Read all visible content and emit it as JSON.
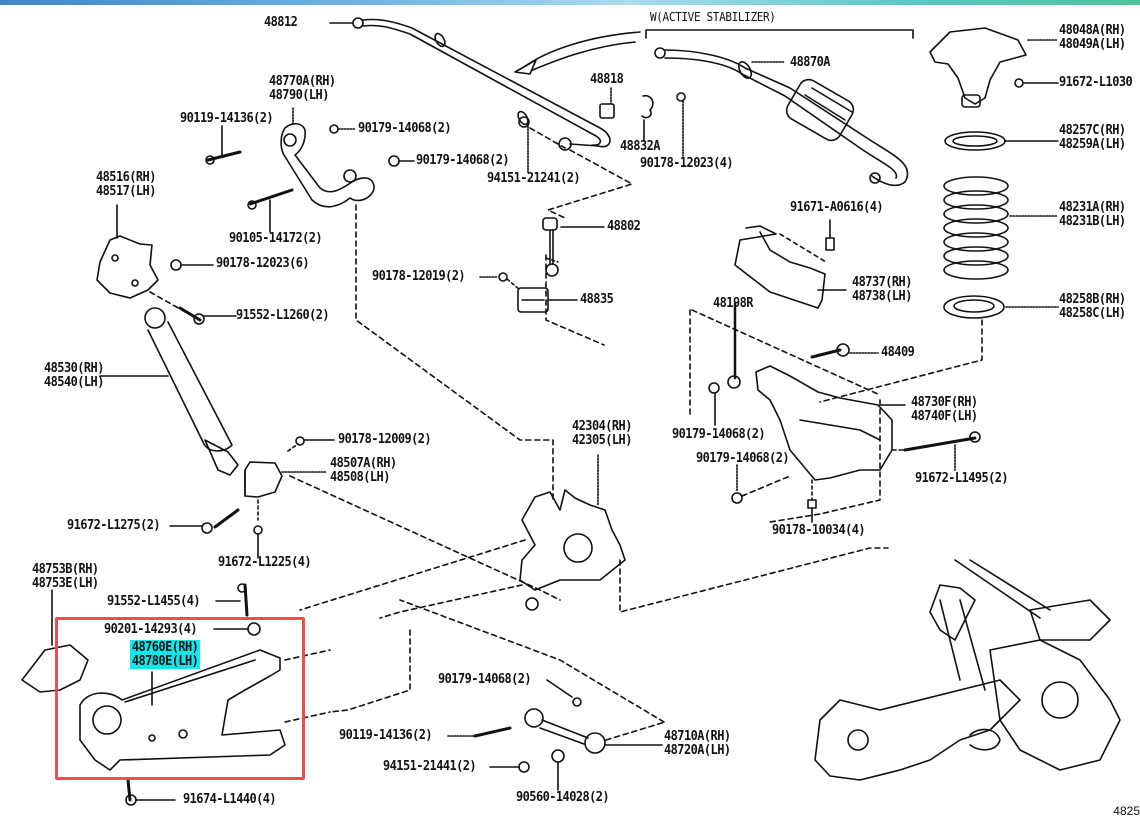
{
  "diagram": {
    "variant_note": "W(ACTIVE STABILIZER)",
    "figure_id_partial": "4825",
    "highlight_color": "#13e6ea",
    "selection_box_color": "#ef4b50",
    "selected_part": {
      "rh": "48760E(RH)",
      "lh": "48780E(LH)"
    },
    "labels": {
      "p48812": "48812",
      "p48870A": "48870A",
      "p48818": "48818",
      "p48832A": "48832A",
      "p90178_12023_4": "90178-12023(4)",
      "p94151_21241": "94151-21241(2)",
      "p90179_14068_a": "90179-14068(2)",
      "p90179_14068_b": "90179-14068(2)",
      "p48770A": "48770A(RH)",
      "p48790": "48790(LH)",
      "p90119_14136_a": "90119-14136(2)",
      "p48516": "48516(RH)",
      "p48517": "48517(LH)",
      "p90105_14172": "90105-14172(2)",
      "p90178_12023_6": "90178-12023(6)",
      "p91552_L1260": "91552-L1260(2)",
      "p48530": "48530(RH)",
      "p48540": "48540(LH)",
      "p48048A": "48048A(RH)",
      "p48049A": "48049A(LH)",
      "p91672_L1030": "91672-L1030",
      "p48257C": "48257C(RH)",
      "p48259A": "48259A(LH)",
      "p48231A": "48231A(RH)",
      "p48231B": "48231B(LH)",
      "p48258B": "48258B(RH)",
      "p48258C": "48258C(LH)",
      "p48802": "48802",
      "p90178_12019": "90178-12019(2)",
      "p48835": "48835",
      "p91671_A0616": "91671-A0616(4)",
      "p48737": "48737(RH)",
      "p48738": "48738(LH)",
      "p48198R": "48198R",
      "p48409": "48409",
      "p48730F": "48730F(RH)",
      "p48740F": "48740F(LH)",
      "p90179_14068_c": "90179-14068(2)",
      "p90179_14068_d": "90179-14068(2)",
      "p91672_L1495": "91672-L1495(2)",
      "p90178_10034": "90178-10034(4)",
      "p42304": "42304(RH)",
      "p42305": "42305(LH)",
      "p90178_12009": "90178-12009(2)",
      "p48507A": "48507A(RH)",
      "p48508": "48508(LH)",
      "p91672_L1275": "91672-L1275(2)",
      "p91672_L1225": "91672-L1225(4)",
      "p48753B": "48753B(RH)",
      "p48753E": "48753E(LH)",
      "p91552_L1455": "91552-L1455(4)",
      "p90201_14293": "90201-14293(4)",
      "p91674_L1440": "91674-L1440(4)",
      "p90179_14068_e": "90179-14068(2)",
      "p90119_14136_b": "90119-14136(2)",
      "p94151_21441": "94151-21441(2)",
      "p90560_14028": "90560-14028(2)",
      "p48710A": "48710A(RH)",
      "p48720A": "48720A(LH)"
    }
  }
}
